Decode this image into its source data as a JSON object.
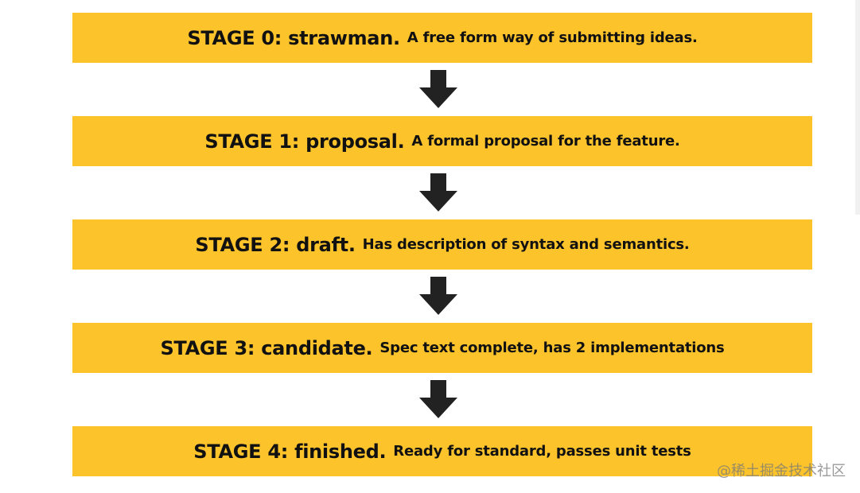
{
  "stages": [
    {
      "heading": "STAGE 0: strawman.",
      "description": "A free form way of submitting ideas."
    },
    {
      "heading": "STAGE 1: proposal.",
      "description": "A formal proposal for the feature."
    },
    {
      "heading": "STAGE 2: draft.",
      "description": "Has description of syntax and semantics."
    },
    {
      "heading": "STAGE 3: candidate.",
      "description": "Spec text complete, has 2 implementations"
    },
    {
      "heading": "STAGE 4: finished.",
      "description": "Ready for standard, passes unit tests"
    }
  ],
  "watermark": "@稀土掘金技术社区",
  "colors": {
    "box": "#fcc32b",
    "text": "#111111",
    "arrow": "#222222"
  },
  "icons": {
    "arrow": "down-arrow-icon"
  }
}
